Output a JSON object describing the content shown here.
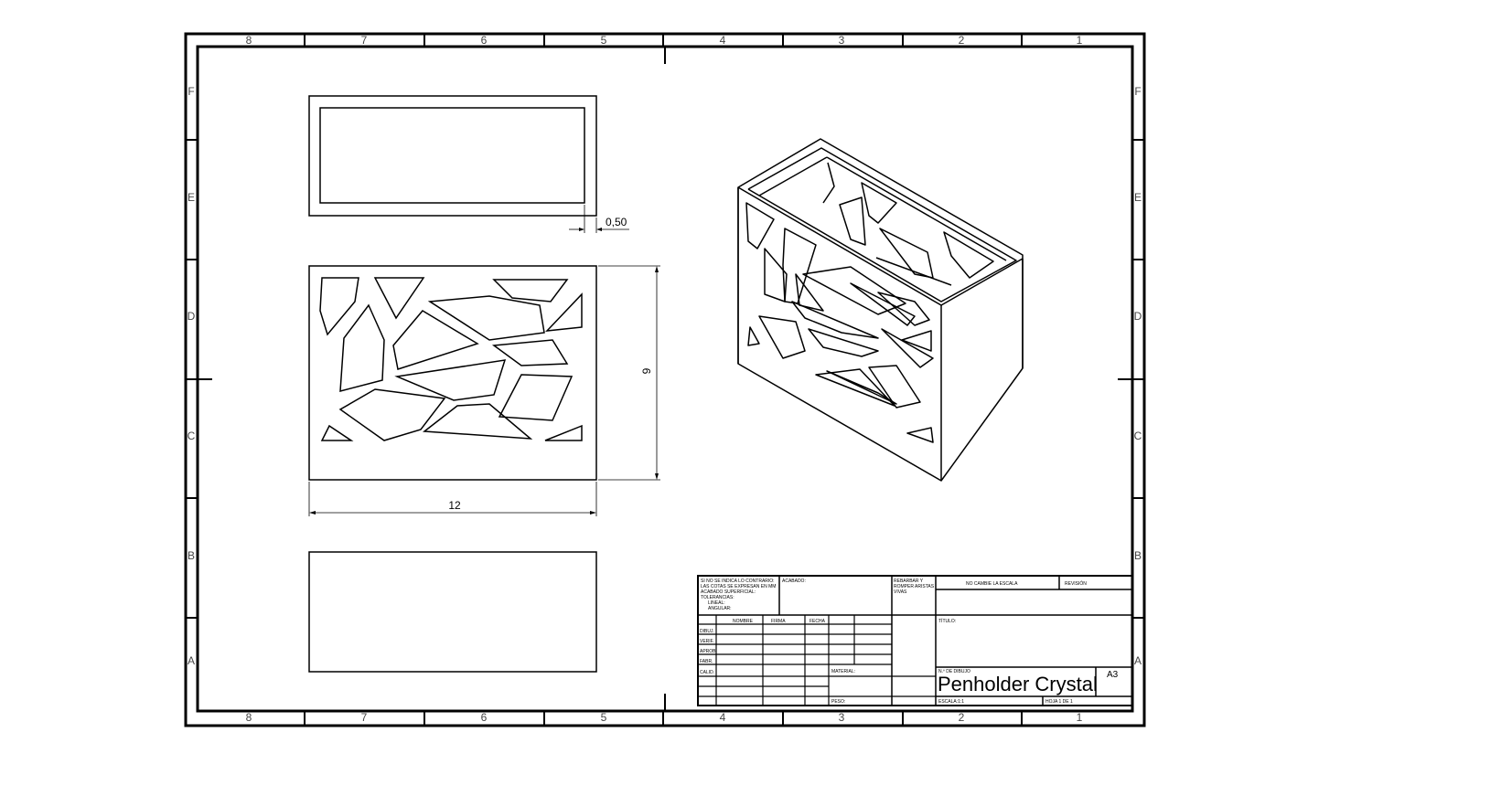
{
  "zones_top": [
    "8",
    "7",
    "6",
    "5",
    "4",
    "3",
    "2",
    "1"
  ],
  "zones_side": [
    "F",
    "E",
    "D",
    "C",
    "B",
    "A"
  ],
  "dimensions": {
    "thickness": "0,50",
    "height": "9",
    "width": "12"
  },
  "title_block": {
    "general_note": [
      "SI NO SE INDICA LO CONTRARIO:",
      "LAS COTAS SE EXPRESAN EN MM",
      "ACABADO SUPERFICIAL:",
      "TOLERANCIAS:",
      "LINEAL:",
      "ANGULAR:"
    ],
    "finish_label": "ACABADO:",
    "deburr_note": [
      "REBARBAR Y",
      "ROMPER ARISTAS",
      "VIVAS"
    ],
    "scale_note": "NO CAMBIE LA ESCALA",
    "revision_label": "REVISIÓN",
    "col_name": "NOMBRE",
    "col_signature": "FIRMA",
    "col_date": "FECHA",
    "rows": [
      "DIBUJ.",
      "VERIF.",
      "APROB.",
      "FABR.",
      "CALID."
    ],
    "title_label": "TÍTULO:",
    "material_label": "MATERIAL:",
    "drawing_no_label": "N.º DE DIBUJO",
    "drawing_title": "Penholder Crystal",
    "sheet_size": "A3",
    "weight_label": "PESO:",
    "scale_label": "ESCALA:1:1",
    "sheet_label": "HOJA 1 DE 1"
  }
}
